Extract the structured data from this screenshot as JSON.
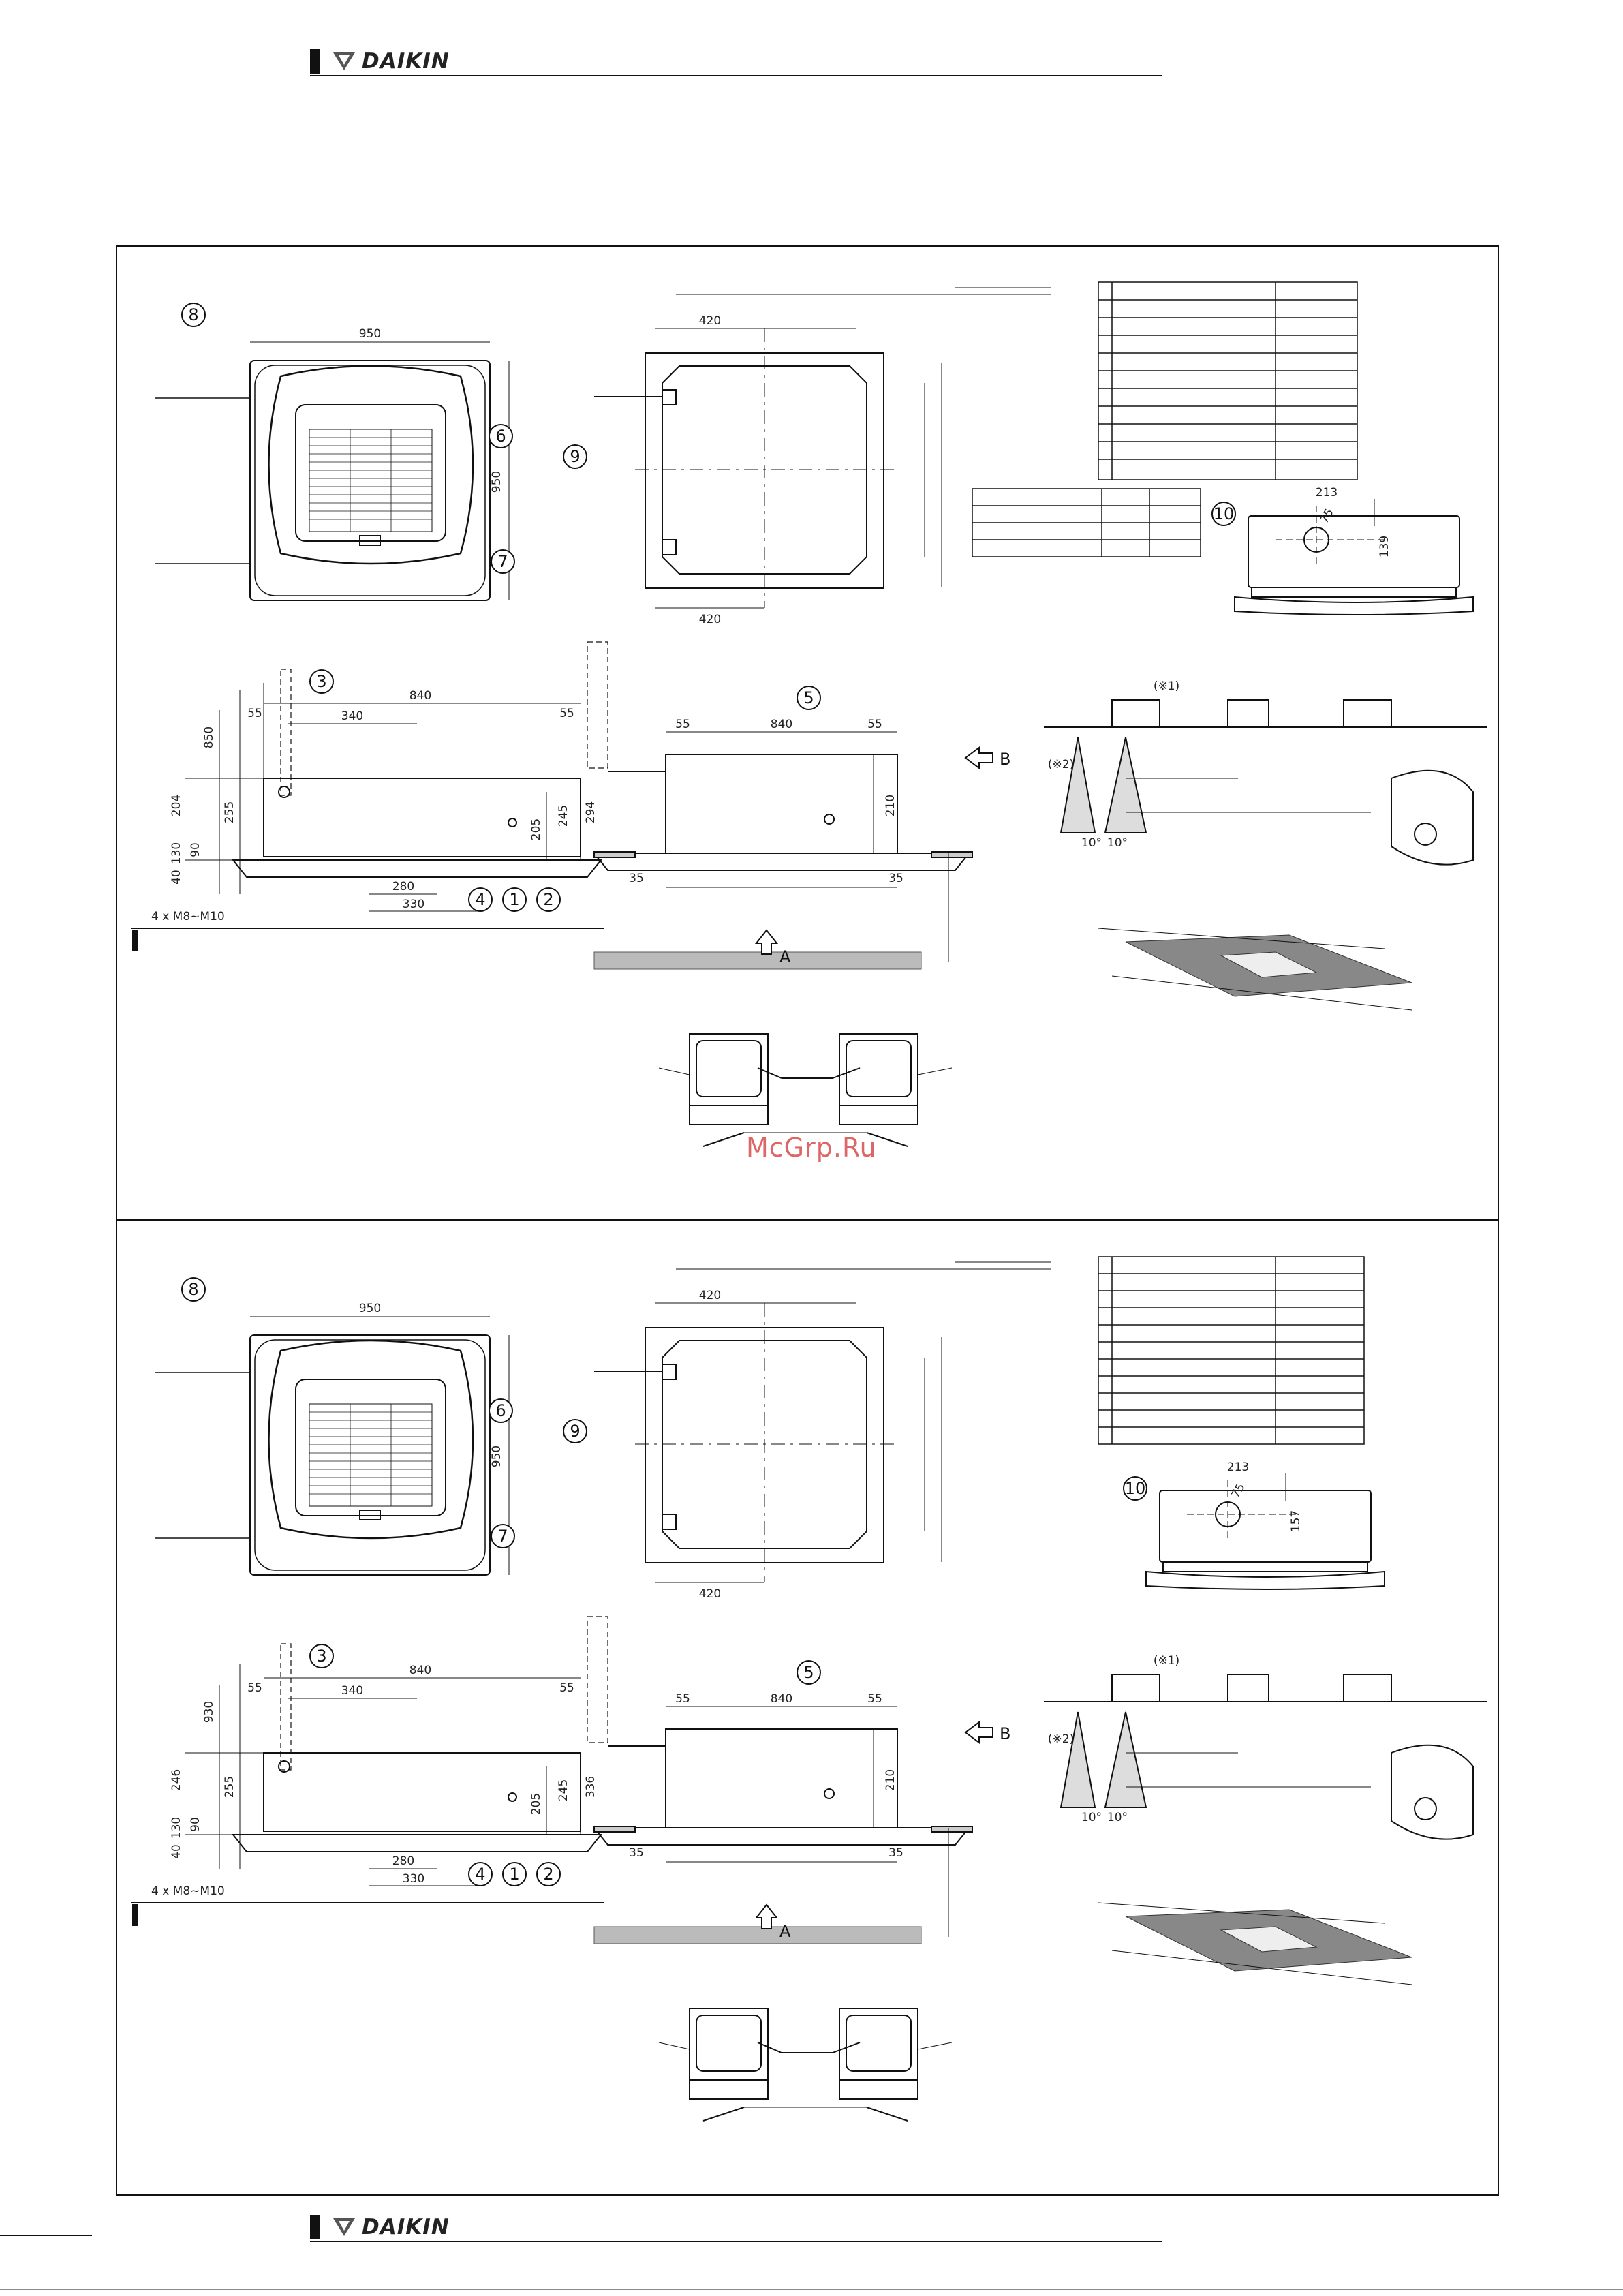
{
  "header": {
    "brand": "DAIKIN"
  },
  "footer": {
    "brand": "DAIKIN"
  },
  "watermark": "McGrp.Ru",
  "panels": [
    {
      "dims": {
        "top_width": "950",
        "top_height": "950",
        "side_total": "840",
        "side_left": "55",
        "side_right": "55",
        "side_inner": "340",
        "side_h1": "850",
        "side_h2": "204",
        "side_h3": "255",
        "side_h4": "130",
        "side_h5": "90",
        "side_h6": "40",
        "side_r1": "205",
        "side_r2": "245",
        "side_r3": "294",
        "side_b1": "280",
        "side_b2": "330",
        "bolt": "4 x M8~M10",
        "plan_top": "420",
        "plan_bottom": "420",
        "front_total": "840",
        "front_left": "55",
        "front_right": "55",
        "front_h": "210",
        "front_b1": "35",
        "front_b2": "35",
        "mini_w": "213",
        "mini_h": "139",
        "mini_d": "75",
        "note1": "(※1)",
        "note2": "(※2)",
        "ang1": "10°",
        "ang2": "10°",
        "arrowA": "A",
        "arrowB": "B"
      },
      "callouts": [
        "1",
        "2",
        "3",
        "4",
        "5",
        "6",
        "7",
        "8",
        "9",
        "10"
      ]
    },
    {
      "dims": {
        "top_width": "950",
        "top_height": "950",
        "side_total": "840",
        "side_left": "55",
        "side_right": "55",
        "side_inner": "340",
        "side_h1": "930",
        "side_h2": "246",
        "side_h3": "255",
        "side_h4": "130",
        "side_h5": "90",
        "side_h6": "40",
        "side_r1": "205",
        "side_r2": "245",
        "side_r3": "336",
        "side_b1": "280",
        "side_b2": "330",
        "bolt": "4 x M8~M10",
        "plan_top": "420",
        "plan_bottom": "420",
        "front_total": "840",
        "front_left": "55",
        "front_right": "55",
        "front_h": "210",
        "front_b1": "35",
        "front_b2": "35",
        "mini_w": "213",
        "mini_h": "157",
        "mini_d": "75",
        "note1": "(※1)",
        "note2": "(※2)",
        "ang1": "10°",
        "ang2": "10°",
        "arrowA": "A",
        "arrowB": "B"
      },
      "callouts": [
        "1",
        "2",
        "3",
        "4",
        "5",
        "6",
        "7",
        "8",
        "9",
        "10"
      ]
    }
  ]
}
